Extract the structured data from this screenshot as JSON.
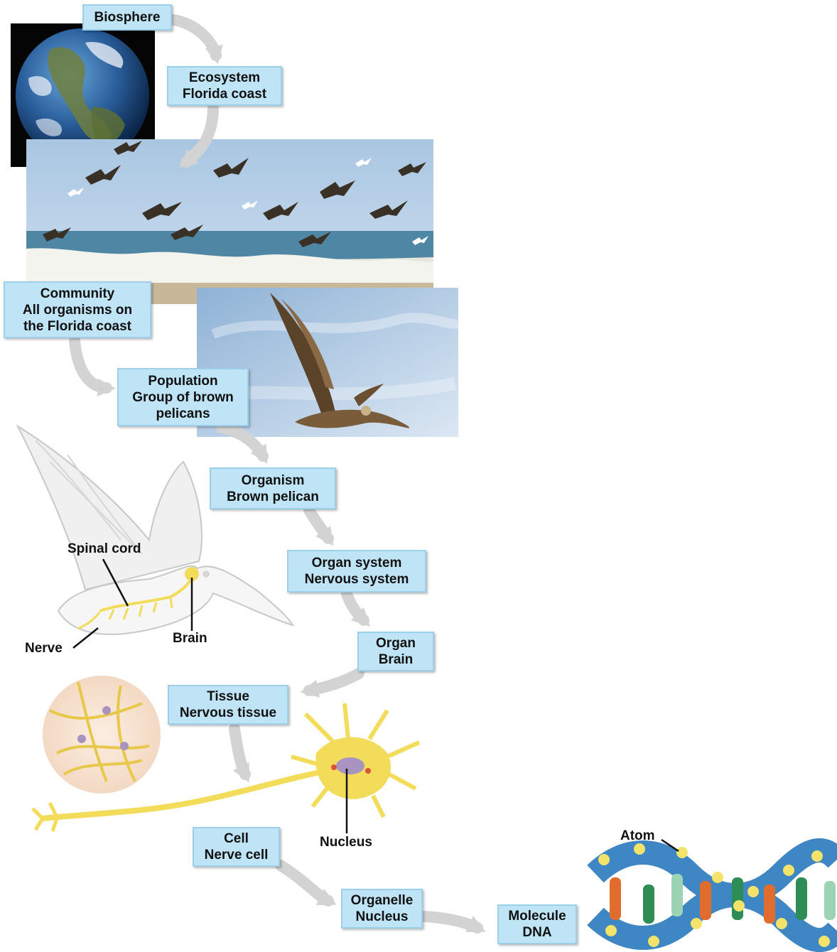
{
  "levels": {
    "biosphere": {
      "line1": "Biosphere"
    },
    "ecosystem": {
      "line1": "Ecosystem",
      "line2": "Florida coast"
    },
    "community": {
      "line1": "Community",
      "line2": "All organisms on",
      "line3": "the Florida coast"
    },
    "population": {
      "line1": "Population",
      "line2": "Group of brown",
      "line3": "pelicans"
    },
    "organism": {
      "line1": "Organism",
      "line2": "Brown pelican"
    },
    "organ_system": {
      "line1": "Organ system",
      "line2": "Nervous system"
    },
    "organ": {
      "line1": "Organ",
      "line2": "Brain"
    },
    "tissue": {
      "line1": "Tissue",
      "line2": "Nervous tissue"
    },
    "cell": {
      "line1": "Cell",
      "line2": "Nerve cell"
    },
    "organelle": {
      "line1": "Organelle",
      "line2": "Nucleus"
    },
    "molecule": {
      "line1": "Molecule",
      "line2": "DNA"
    }
  },
  "pointer_labels": {
    "spinal_cord": "Spinal cord",
    "brain": "Brain",
    "nerve": "Nerve",
    "nucleus": "Nucleus",
    "atom": "Atom"
  },
  "colors": {
    "label_fill": "#bfe4f6",
    "label_border": "#9ccfe8",
    "arrow": "#d3d3d3",
    "nerve_yellow": "#f2dc5a"
  }
}
